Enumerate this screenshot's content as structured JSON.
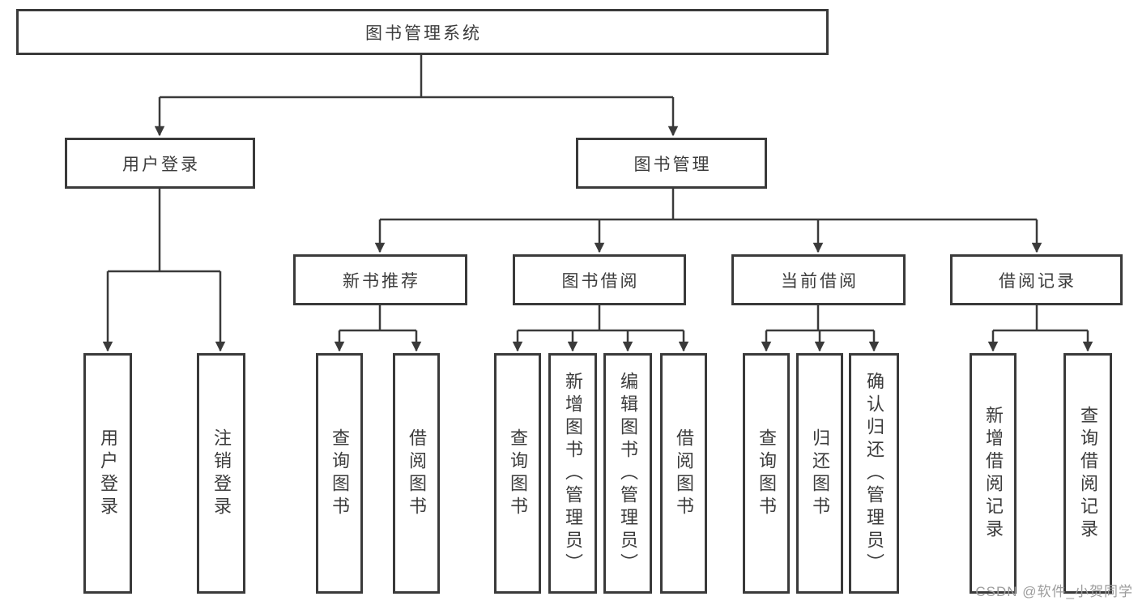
{
  "nodes": {
    "root": "图书管理系统",
    "userLogin": "用户登录",
    "bookMgmt": "图书管理",
    "newBookRec": "新书推荐",
    "bookBorrow": "图书借阅",
    "currentBorrow": "当前借阅",
    "borrowRecord": "借阅记录",
    "leafUserLogin": "用户登录",
    "leafLogout": "注销登录",
    "recQueryBook": "查询图书",
    "recBorrowBook": "借阅图书",
    "bbQueryBook": "查询图书",
    "bbAddBook": "新增图书（管理员）",
    "bbEditBook": "编辑图书（管理员）",
    "bbBorrowBook": "借阅图书",
    "cbQueryBook": "查询图书",
    "cbReturnBook": "归还图书",
    "cbConfirmReturn": "确认归还（管理员）",
    "brAddRecord": "新增借阅记录",
    "brQueryRecord": "查询借阅记录"
  },
  "watermark": "CSDN @软件_小贺同学",
  "colors": {
    "line": "#3a3a3a",
    "text": "#3c3c3c",
    "background": "#ffffff",
    "watermark": "#9c9c9c"
  }
}
